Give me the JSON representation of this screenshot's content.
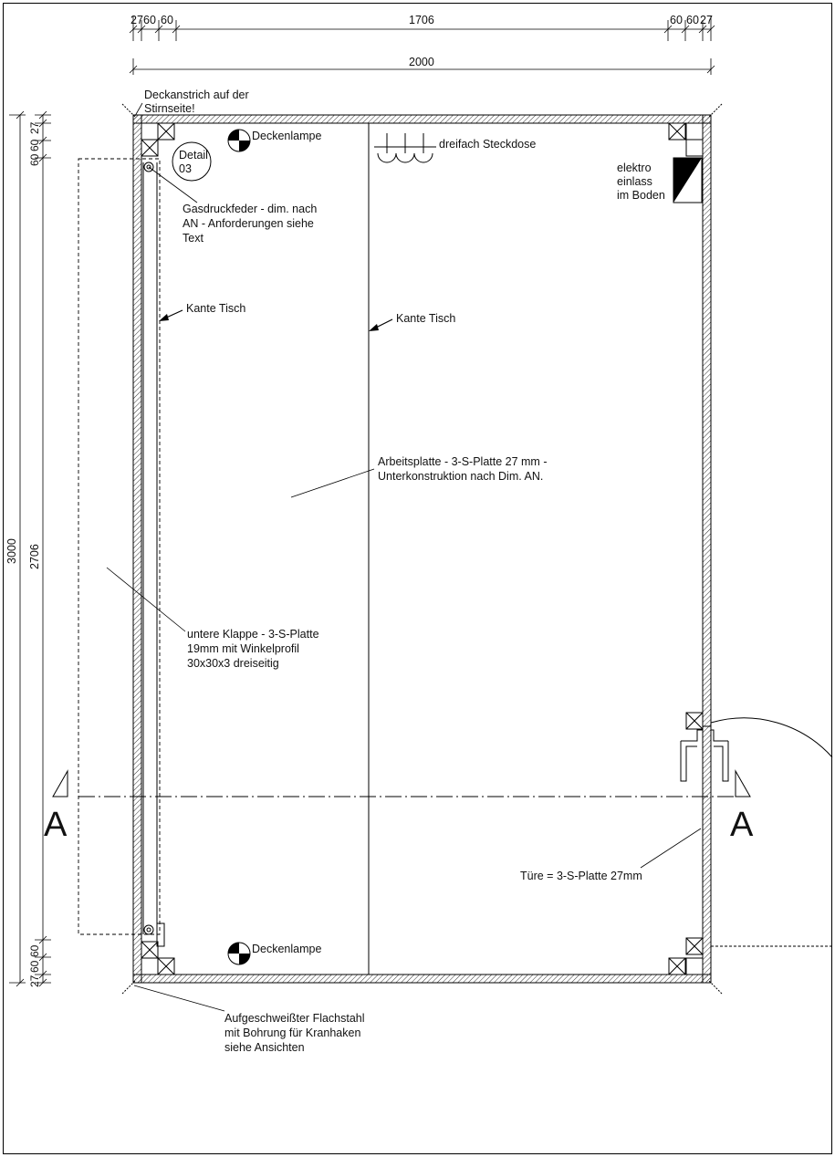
{
  "dimensions": {
    "top_segments": [
      "27",
      "60",
      "60",
      "1706",
      "60",
      "60",
      "27"
    ],
    "top_total": "2000",
    "left_segments": [
      "27",
      "60",
      "60",
      "2706",
      "60",
      "60",
      "27"
    ],
    "left_total": "3000"
  },
  "labels": {
    "deckanstrich_1": "Deckanstrich auf der",
    "deckanstrich_2": "Stirnseite!",
    "detail_1": "Detail",
    "detail_2": "03",
    "deckenlampe": "Deckenlampe",
    "steckdose": "dreifach Steckdose",
    "elektro_1": "elektro",
    "elektro_2": "einlass",
    "elektro_3": "im Boden",
    "gasfeder_1": "Gasdruckfeder - dim. nach",
    "gasfeder_2": "AN - Anforderungen siehe",
    "gasfeder_3": "Text",
    "kante_tisch": "Kante Tisch",
    "arbeitsplatte_1": "Arbeitsplatte - 3-S-Platte 27 mm -",
    "arbeitsplatte_2": "Unterkonstruktion nach Dim. AN.",
    "klappe_1": "untere Klappe  - 3-S-Platte",
    "klappe_2": "19mm mit Winkelprofil",
    "klappe_3": "30x30x3 dreiseitig",
    "section_mark": "A",
    "tuere": "Türe = 3-S-Platte 27mm",
    "flachstahl_1": "Aufgeschweißter Flachstahl",
    "flachstahl_2": "mit Bohrung für Kranhaken",
    "flachstahl_3": "siehe Ansichten"
  }
}
